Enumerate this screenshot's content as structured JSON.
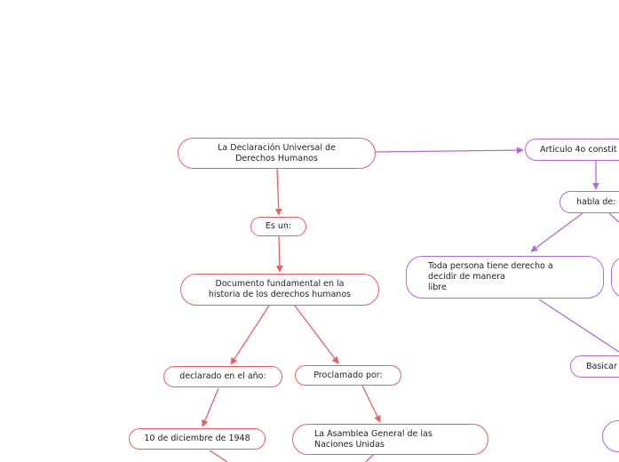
{
  "colors": {
    "red_branch": "#ef5e5e",
    "purple_branch": "#b06ae0",
    "text": "#222222",
    "background": "#ffffff"
  },
  "nodes": {
    "declaracion": "La Declaración Universal de\nDerechos Humanos",
    "es_un": "Es un:",
    "documento": "Documento fundamental en la\nhistoria de los derechos humanos",
    "declarado": "declarado en el año:",
    "proclamado": "Proclamado por:",
    "fecha": "10 de diciembre de 1948",
    "asamblea": "La Asamblea General de las\nNaciones Unidas",
    "articulo": "Articulo 4o constit",
    "habla": "habla de:",
    "toda_persona": "Toda persona tiene derecho a\ndecidir de manera\nlibre",
    "basica": "Basicar"
  }
}
